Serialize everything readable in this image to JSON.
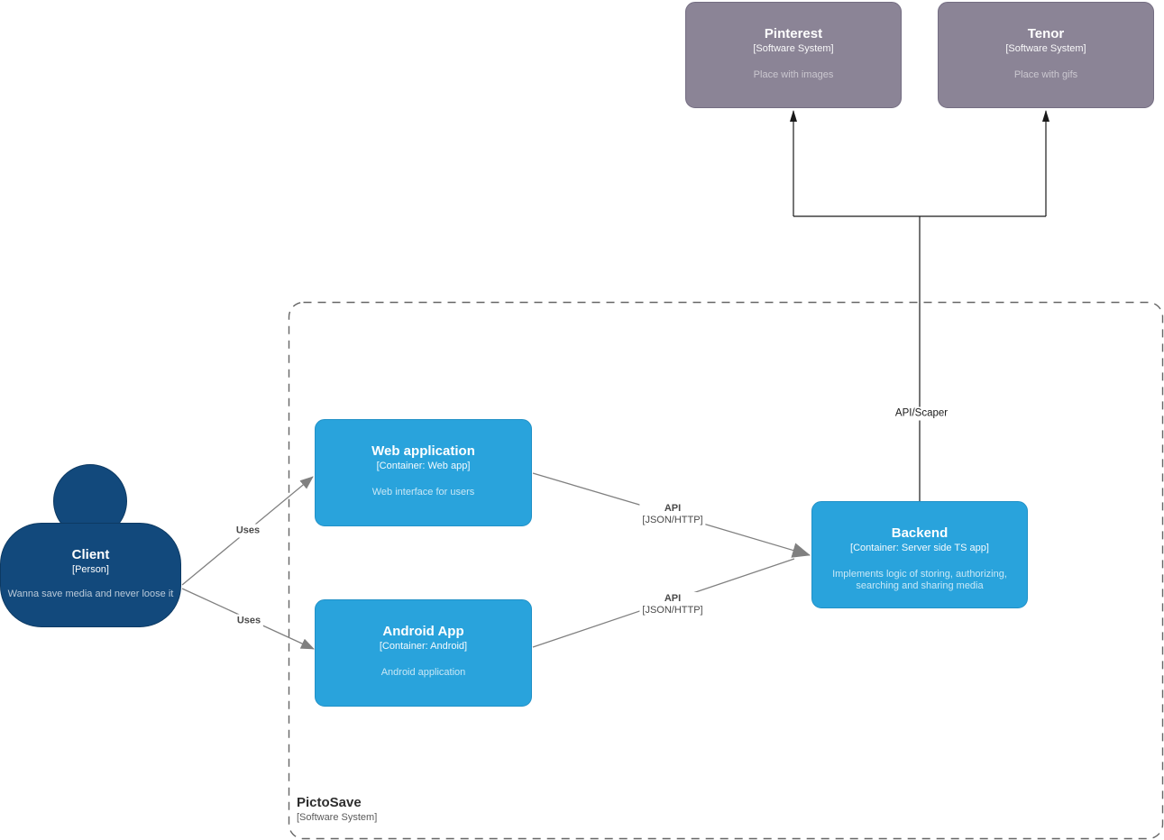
{
  "nodes": {
    "pinterest": {
      "name": "Pinterest",
      "type": "[Software System]",
      "description": "Place with images"
    },
    "tenor": {
      "name": "Tenor",
      "type": "[Software System]",
      "description": "Place with gifs"
    },
    "client": {
      "name": "Client",
      "type": "[Person]",
      "description": "Wanna save media and never loose it"
    },
    "web_app": {
      "name": "Web application",
      "type": "[Container: Web app]",
      "description": "Web interface for users"
    },
    "android_app": {
      "name": "Android App",
      "type": "[Container: Android]",
      "description": "Android application"
    },
    "backend": {
      "name": "Backend",
      "type": "[Container: Server side TS app]",
      "description": "Implements logic of storing, authorizing, searching and sharing media"
    }
  },
  "boundary": {
    "name": "PictoSave",
    "type": "[Software System]"
  },
  "edges": {
    "client_web": {
      "label": "Uses"
    },
    "client_android": {
      "label": "Uses"
    },
    "web_backend": {
      "label": "API",
      "tech": "[JSON/HTTP]"
    },
    "android_backend": {
      "label": "API",
      "tech": "[JSON/HTTP]"
    },
    "backend_external": {
      "label": "API/Scaper"
    }
  },
  "colors": {
    "external_system_fill": "#8b8496",
    "container_fill": "#29a3dc",
    "person_fill": "#12497c",
    "relationship_gray": "#808080",
    "relationship_black": "#1a1a1a",
    "boundary_border": "#666666"
  }
}
